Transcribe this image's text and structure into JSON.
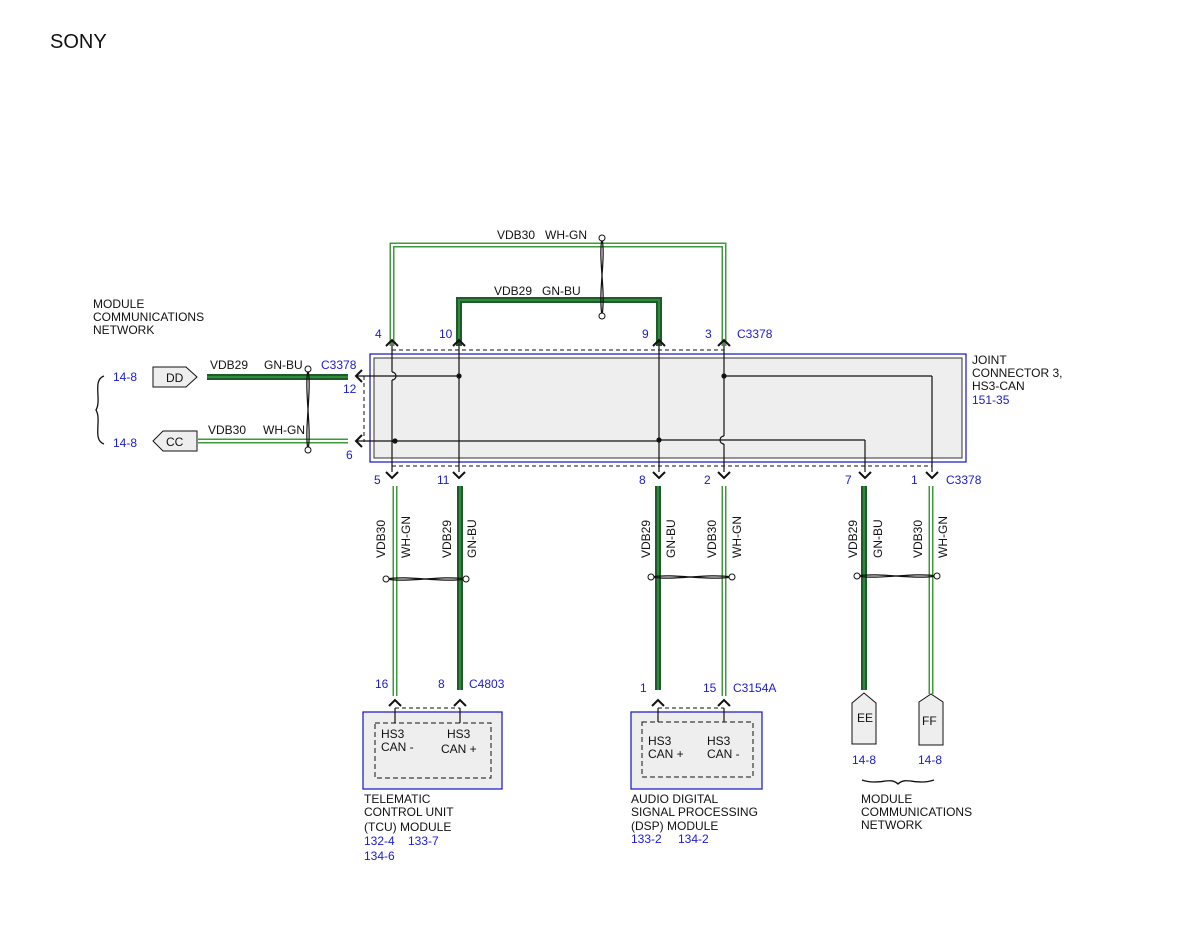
{
  "brand": "SONY",
  "colors": {
    "wire_gn_bu_outer": "#1e5a2a",
    "wire_gn_bu_inner": "#2e8b3e",
    "wire_wh_gn": "#3f9a3a",
    "reference_blue": "#1a1ad6",
    "box_border": "#2222cc",
    "box_fill": "#eeeeee"
  },
  "icons": [
    "connector-arrow-icon",
    "twisted-pair-icon",
    "splice-dot-icon",
    "off-page-connector-icon",
    "brace-icon"
  ],
  "top_wires": {
    "outer": {
      "circuit": "VDB30",
      "color": "WH-GN"
    },
    "inner": {
      "circuit": "VDB29",
      "color": "GN-BU"
    }
  },
  "top_pins": [
    "4",
    "10",
    "9",
    "3"
  ],
  "top_connector": "C3378",
  "joint_connector": {
    "line1": "JOINT",
    "line2": "CONNECTOR 3,",
    "line3": "HS3-CAN",
    "ref": "151-35"
  },
  "left_network": {
    "line1": "MODULE",
    "line2": "COMMUNICATIONS",
    "line3": "NETWORK"
  },
  "left_wires": {
    "upper": {
      "ref": "14-8",
      "tag": "DD",
      "circuit": "VDB29",
      "color": "GN-BU",
      "connector": "C3378",
      "pin": "12"
    },
    "lower": {
      "ref": "14-8",
      "tag": "CC",
      "circuit": "VDB30",
      "color": "WH-GN",
      "pin": "6"
    }
  },
  "bottom_pins": [
    "5",
    "11",
    "8",
    "2",
    "7",
    "1"
  ],
  "bottom_connector": "C3378",
  "vertical_wires": [
    {
      "circuit": "VDB30",
      "color": "WH-GN"
    },
    {
      "circuit": "VDB29",
      "color": "GN-BU"
    },
    {
      "circuit": "VDB29",
      "color": "GN-BU"
    },
    {
      "circuit": "VDB30",
      "color": "WH-GN"
    },
    {
      "circuit": "VDB29",
      "color": "GN-BU"
    },
    {
      "circuit": "VDB30",
      "color": "WH-GN"
    }
  ],
  "tcu": {
    "pin_a": "16",
    "pin_b": "8",
    "connector": "C4803",
    "term_a_line1": "HS3",
    "term_a_line2": "CAN -",
    "term_b_line1": "HS3",
    "term_b_line2": "CAN +",
    "name_line1": "TELEMATIC",
    "name_line2": "CONTROL UNIT",
    "name_line3": "(TCU) MODULE",
    "ref1": "132-4",
    "ref2": "133-7",
    "ref3": "134-6"
  },
  "dsp": {
    "pin_a": "1",
    "pin_b": "15",
    "connector": "C3154A",
    "term_a_line1": "HS3",
    "term_a_line2": "CAN +",
    "term_b_line1": "HS3",
    "term_b_line2": "CAN -",
    "name_line1": "AUDIO DIGITAL",
    "name_line2": "SIGNAL PROCESSING",
    "name_line3": "(DSP) MODULE",
    "ref1": "133-2",
    "ref2": "134-2"
  },
  "right_off_page": {
    "tag_a": "EE",
    "tag_b": "FF",
    "ref_a": "14-8",
    "ref_b": "14-8",
    "network_line1": "MODULE",
    "network_line2": "COMMUNICATIONS",
    "network_line3": "NETWORK"
  }
}
